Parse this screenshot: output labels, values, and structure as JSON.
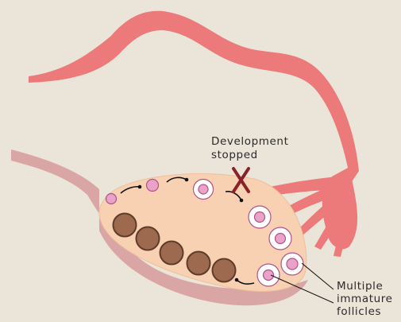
{
  "labels": {
    "development_line1": "Development",
    "development_line2": "stopped",
    "follicles_line1": "Multiple",
    "follicles_line2": "immature",
    "follicles_line3": "follicles"
  },
  "icons": {
    "stop_marker": "x-mark-icon"
  },
  "colors": {
    "background": "#ebe4d9",
    "fallopian_tube": "#ec7a7a",
    "ligament": "#d9a5a5",
    "ovary": "#f7d1b2",
    "immature_follicle": "#e9a2c8",
    "degenerated_follicle": "#9e6a4f",
    "x_marker": "#8a2329"
  }
}
